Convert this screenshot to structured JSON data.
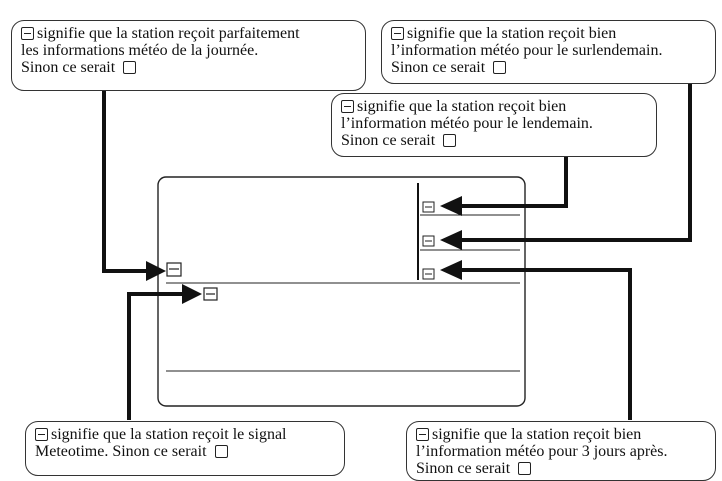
{
  "callouts": {
    "today": {
      "line1": "signifie que la station reçoit parfaitement",
      "line2": "les informations météo de la journée.",
      "line3": "Sinon ce serait"
    },
    "day_after_tomorrow": {
      "line1": "signifie que la station reçoit bien",
      "line2": "l’information météo pour le surlendemain.",
      "line3": "Sinon ce serait"
    },
    "tomorrow": {
      "line1": "signifie que la station reçoit bien",
      "line2": "l’information météo pour le lendemain.",
      "line3": "Sinon ce serait"
    },
    "meteotime": {
      "line1": "signifie que la station reçoit le signal",
      "line2": "Meteotime. Sinon ce serait"
    },
    "three_days": {
      "line1": "signifie que la station reçoit bien",
      "line2": "l’information météo pour 3 jours après.",
      "line3": "Sinon ce serait"
    }
  },
  "icons": {
    "filled": "signal-ok-icon",
    "empty": "signal-missing-icon"
  },
  "colors": {
    "line": "#111111",
    "border": "#333333"
  }
}
